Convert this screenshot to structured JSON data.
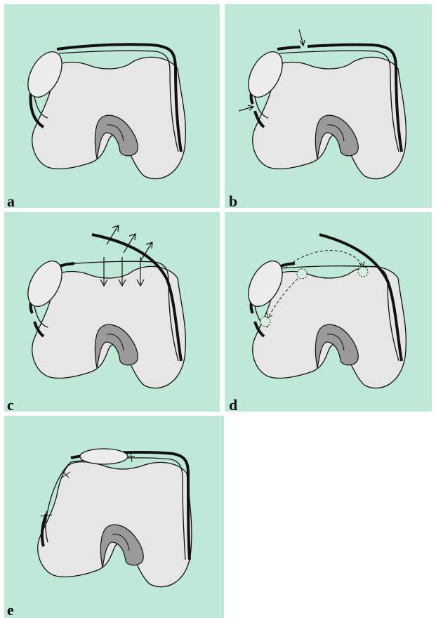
{
  "panels": [
    {
      "label": "a"
    },
    {
      "label": "b"
    },
    {
      "label": "c"
    },
    {
      "label": "d"
    },
    {
      "label": "e"
    }
  ],
  "colors": {
    "background": "#bfe9d6",
    "bone_fill": "#e6e6e6",
    "notch_fill": "#9a9a9a",
    "patella_fill": "#ececec",
    "outline": "#111111",
    "graft_circle_fill": "#d8efdf"
  }
}
